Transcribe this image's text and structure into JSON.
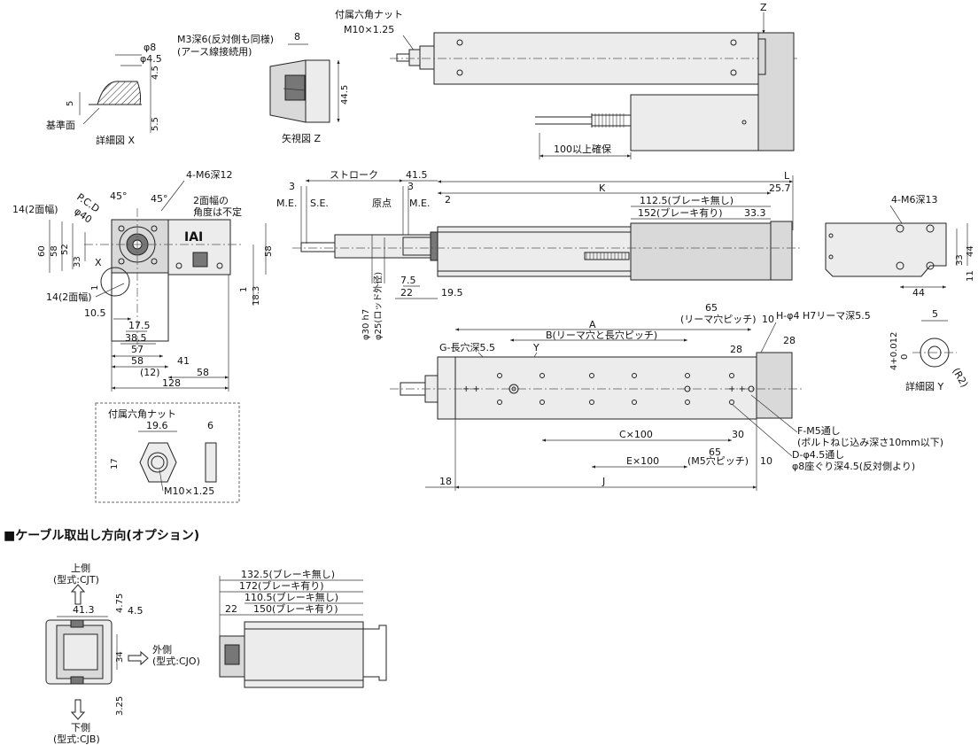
{
  "labels": {
    "nut_top": "付属六角ナット",
    "m10_top": "M10×1.25",
    "z": "Z",
    "phi8": "φ8",
    "phi45": "φ4.5",
    "d45": "4.5",
    "d55": "5.5",
    "d5": "5",
    "ref_surface": "基準面",
    "detail_x": "詳細図 X",
    "m3": "M3深6(反対側も同様)",
    "ground": "(アース線接続用)",
    "d8": "8",
    "d445": "44.5",
    "view_z": "矢視図 Z",
    "d100": "100以上確保",
    "m6_12": "4-M6深12",
    "pcd": "P.C.D",
    "phi40": "φ40",
    "a45a": "45°",
    "a45b": "45°",
    "flat14a": "14(2面幅)",
    "flat_angle1": "2面幅の",
    "flat_angle2": "角度は不定",
    "d60": "60",
    "d58v": "58",
    "d52": "52",
    "d33v": "33",
    "x": "X",
    "d58r": "58",
    "d1": "1",
    "d183": "18.3",
    "flat14b": "14(2面幅)",
    "d105": "10.5",
    "d175": "17.5",
    "d385": "38.5",
    "d57": "57",
    "d58h": "58",
    "d41": "41",
    "d12": "(12)",
    "d58h2": "58",
    "d128": "128",
    "stroke": "ストローク",
    "d415": "41.5",
    "d3a": "3",
    "d3b": "3",
    "me1": "M.E.",
    "se": "S.E.",
    "origin": "原点",
    "me2": "M.E.",
    "d2": "2",
    "L": "L",
    "K": "K",
    "d257": "25.7",
    "brk1": "112.5(ブレーキ無し)",
    "brk2": "152(ブレーキ有り)",
    "d333": "33.3",
    "phi30": "φ30 h7",
    "phi25": "φ25(ロッド外径)",
    "d75": "7.5",
    "d22a": "22",
    "d195": "19.5",
    "m6_13": "4-M6深13",
    "d33r": "33",
    "d44r": "44",
    "d11": "11",
    "d44b": "44",
    "A": "A",
    "B": "B(リーマ穴と長穴ピッチ)",
    "d65a": "65",
    "reamer_pitch": "(リーマ穴ピッチ)",
    "d10a": "10",
    "h_hole": "H-φ4 H7リーマ深5.5",
    "g_hole": "G-長穴深5.5",
    "y": "Y",
    "d28a": "28",
    "d28b": "28",
    "tol": "4+0.012",
    "tol0": "0",
    "d5y": "5",
    "r2": "(R2)",
    "detail_y": "詳細図 Y",
    "cx100": "C×100",
    "d30": "30",
    "ex100": "E×100",
    "d65b": "65",
    "m5_pitch": "(M5穴ピッチ)",
    "d10b": "10",
    "fm5": "F-M5通し",
    "bolt": "(ボルトねじ込み深さ10mm以下)",
    "dhole": "D-φ4.5通し",
    "spot": "φ8座ぐり深4.5(反対側より)",
    "d18": "18",
    "J": "J",
    "nut_box": "付属六角ナット",
    "d196": "19.6",
    "d6": "6",
    "d17": "17",
    "m10_box": "M10×1.25",
    "cable_heading": "■ケーブル取出し方向(オプション)",
    "top_side": "上側",
    "cjt": "(型式:CJT)",
    "d413": "41.3",
    "d475": "4.75",
    "d45c": "4.5",
    "d34": "34",
    "outer_side": "外側",
    "cjo": "(型式:CJO)",
    "d325": "3.25",
    "bottom_side": "下側",
    "cjb": "(型式:CJB)",
    "c1325": "132.5(ブレーキ無し)",
    "c172": "172(ブレーキ有り)",
    "c1105": "110.5(ブレーキ無し)",
    "c150": "150(ブレーキ有り)",
    "d22b": "22",
    "iai": "IAI"
  }
}
